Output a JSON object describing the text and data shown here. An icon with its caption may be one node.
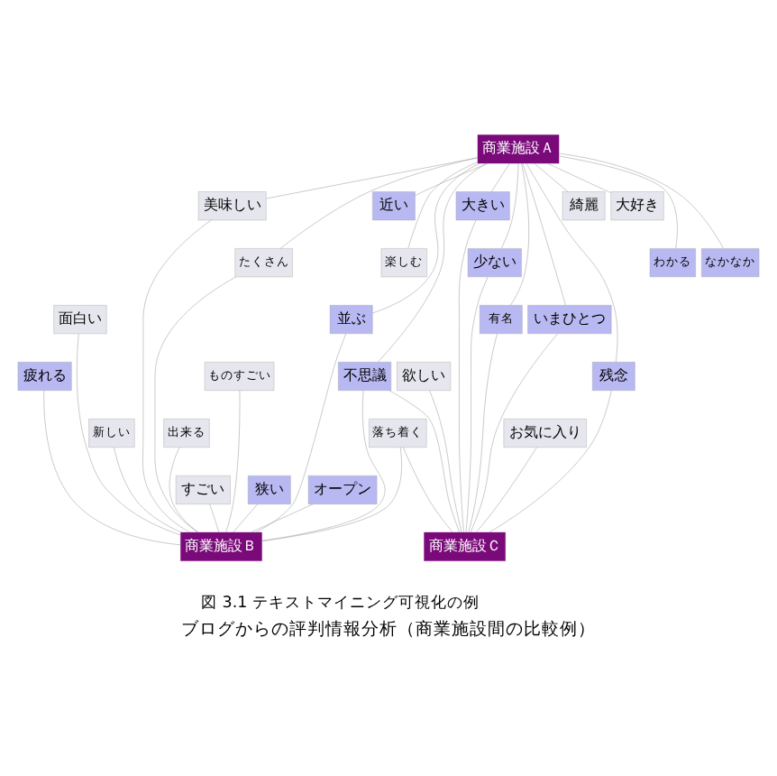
{
  "diagram": {
    "caption": "ブログからの評判情報分析（商業施設間の比較例）",
    "nodes": [
      {
        "text": [
          "商業施設Ａ"
        ]
      },
      {
        "text": [
          "近い"
        ]
      },
      {
        "text": [
          "綺麗"
        ]
      },
      {
        "text": [
          "美味しい"
        ]
      },
      {
        "text": [
          "大きい"
        ]
      },
      {
        "text": [
          "大好き"
        ]
      },
      {
        "text": [
          "楽しむ"
        ]
      },
      {
        "text": [
          "たくさん"
        ]
      },
      {
        "text": [
          "わかる"
        ]
      },
      {
        "text": [
          "なかなか"
        ]
      },
      {
        "text": [
          "少ない"
        ]
      },
      {
        "text": [
          "並ぶ"
        ]
      },
      {
        "text": [
          "有名"
        ]
      },
      {
        "text": [
          "いまひとつ"
        ]
      },
      {
        "text": [
          "面白い"
        ]
      },
      {
        "text": [
          "ものすごい"
        ]
      },
      {
        "text": [
          "残念"
        ]
      },
      {
        "text": [
          "疲れる"
        ]
      },
      {
        "text": [
          "不思議"
        ]
      },
      {
        "text": [
          "欲しい"
        ]
      },
      {
        "text": [
          "出来る"
        ]
      },
      {
        "text": [
          "新しい"
        ]
      },
      {
        "text": [
          "落ち着く"
        ]
      },
      {
        "text": [
          "お気に入り"
        ]
      },
      {
        "text": [
          "すごい"
        ]
      },
      {
        "text": [
          "狭い"
        ]
      },
      {
        "text": [
          "オープン"
        ]
      },
      {
        "text": [
          "商業施設Ｂ"
        ]
      },
      {
        "text": [
          "商業施設Ｃ"
        ]
      }
    ],
    "edges": [
      {
        "from": 0,
        "to": 1,
        "arrow": "none"
      },
      {
        "from": 0,
        "to": 2,
        "arrow": "none"
      },
      {
        "from": 0,
        "to": 3,
        "arrow": "none"
      },
      {
        "from": 0,
        "to": 4,
        "arrow": "none"
      },
      {
        "from": 0,
        "to": 5,
        "arrow": "none"
      },
      {
        "from": 0,
        "to": 6,
        "arrow": "none"
      },
      {
        "from": 0,
        "to": 7,
        "arrow": "none"
      },
      {
        "from": 0,
        "to": 8,
        "arrow": "none"
      },
      {
        "from": 0,
        "to": 9,
        "arrow": "none"
      },
      {
        "from": 0,
        "to": 10,
        "arrow": "none"
      },
      {
        "from": 0,
        "to": 11,
        "arrow": "none"
      },
      {
        "from": 0,
        "to": 12,
        "arrow": "none"
      },
      {
        "from": 0,
        "to": 13,
        "arrow": "none"
      },
      {
        "from": 0,
        "to": 16,
        "arrow": "none"
      },
      {
        "from": 0,
        "to": 18,
        "arrow": "none"
      },
      {
        "from": 3,
        "to": 27,
        "arrow": "none"
      },
      {
        "from": 7,
        "to": 27,
        "arrow": "none"
      },
      {
        "from": 11,
        "to": 27,
        "arrow": "none"
      },
      {
        "from": 14,
        "to": 27,
        "arrow": "none"
      },
      {
        "from": 15,
        "to": 27,
        "arrow": "none"
      },
      {
        "from": 17,
        "to": 27,
        "arrow": "none"
      },
      {
        "from": 18,
        "to": 27,
        "arrow": "none"
      },
      {
        "from": 20,
        "to": 27,
        "arrow": "none"
      },
      {
        "from": 21,
        "to": 27,
        "arrow": "none"
      },
      {
        "from": 22,
        "to": 27,
        "arrow": "none"
      },
      {
        "from": 24,
        "to": 27,
        "arrow": "none"
      },
      {
        "from": 25,
        "to": 27,
        "arrow": "none"
      },
      {
        "from": 26,
        "to": 27,
        "arrow": "none"
      },
      {
        "from": 4,
        "to": 28,
        "arrow": "none"
      },
      {
        "from": 10,
        "to": 28,
        "arrow": "none"
      },
      {
        "from": 12,
        "to": 28,
        "arrow": "none"
      },
      {
        "from": 13,
        "to": 28,
        "arrow": "none"
      },
      {
        "from": 16,
        "to": 28,
        "arrow": "none"
      },
      {
        "from": 18,
        "to": 28,
        "arrow": "none"
      },
      {
        "from": 19,
        "to": 28,
        "arrow": "none"
      },
      {
        "from": 22,
        "to": 28,
        "arrow": "none"
      },
      {
        "from": 23,
        "to": 28,
        "arrow": "none"
      }
    ],
    "labels": [
      "図 3.1 テキストマイニング可視化の例"
    ]
  }
}
